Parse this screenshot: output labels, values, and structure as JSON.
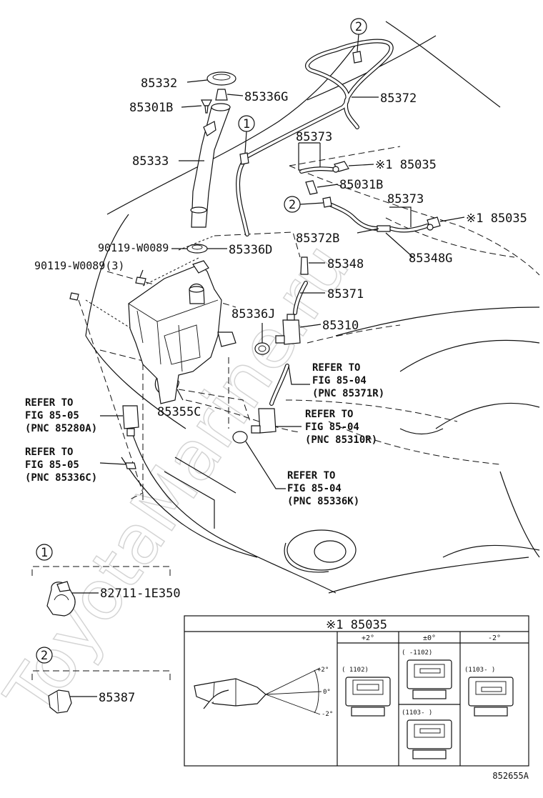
{
  "watermark": "ToyotaMarine.ru",
  "callouts": {
    "c1": "1",
    "c2": "2"
  },
  "parts": {
    "p85332": "85332",
    "p85301B": "85301B",
    "p85336G": "85336G",
    "p85372": "85372",
    "p85333": "85333",
    "p85373a": "85373",
    "p85035a": "※1 85035",
    "p85031B": "85031B",
    "p85373b": "85373",
    "p85035b": "※1 85035",
    "p85372B": "85372B",
    "p90119a": "90119-W0089",
    "p85336D": "85336D",
    "p90119b": "90119-W0089(3)",
    "p85348": "85348",
    "p85348G": "85348G",
    "p85371": "85371",
    "p85336J": "85336J",
    "p85310": "85310",
    "p85355C": "85355C"
  },
  "refs": {
    "r1": [
      "REFER TO",
      "FIG 85-04",
      "(PNC 85371R)"
    ],
    "r2": [
      "REFER TO",
      "FIG 85-04",
      "(PNC 85310R)"
    ],
    "r3": [
      "REFER TO",
      "FIG 85-05",
      "(PNC 85280A)"
    ],
    "r4": [
      "REFER TO",
      "FIG 85-05",
      "(PNC 85336C)"
    ],
    "r5": [
      "REFER TO",
      "FIG 85-04",
      "(PNC 85336K)"
    ]
  },
  "insets": {
    "i1_part": "82711-1E350",
    "i2_part": "85387"
  },
  "table": {
    "title": "※1 85035",
    "col_a": "+2°",
    "col_b": "±0°",
    "col_c": "-2°",
    "angle_top": "+2°",
    "angle_mid": "0°",
    "angle_bot": "-2°",
    "code_a": "(     1102)",
    "code_b": "(    -1102)",
    "code_b2": "(1103-     )",
    "code_c": "(1103-     )"
  },
  "figure_id": "852655A"
}
